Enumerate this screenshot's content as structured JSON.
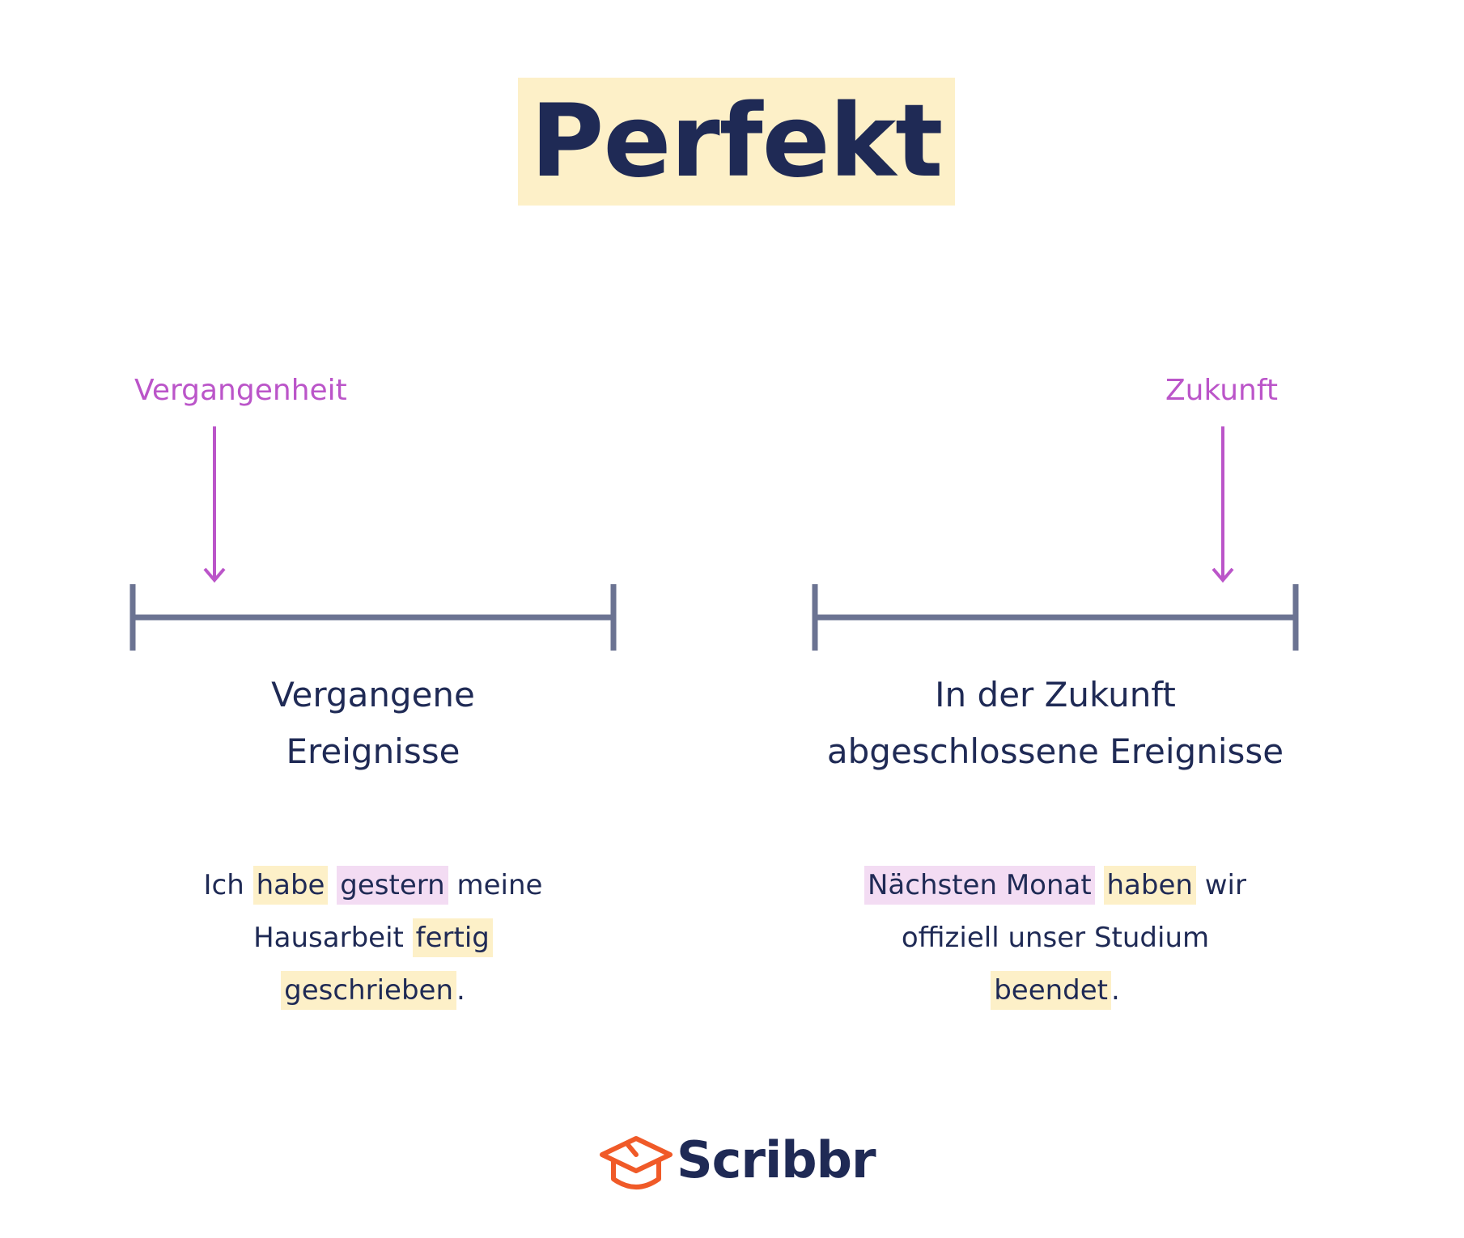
{
  "title": "Perfekt",
  "left": {
    "marker": "Vergangenheit",
    "caption": [
      "Vergangene",
      "Ereignisse"
    ],
    "example": [
      [
        {
          "t": "Ich "
        },
        {
          "t": "habe",
          "hl": "yellow"
        },
        {
          "t": " "
        },
        {
          "t": "gestern",
          "hl": "pink"
        },
        {
          "t": " meine"
        }
      ],
      [
        {
          "t": "Hausarbeit "
        },
        {
          "t": "fertig",
          "hl": "yellow"
        }
      ],
      [
        {
          "t": "geschrieben",
          "hl": "yellow"
        },
        {
          "t": "."
        }
      ]
    ]
  },
  "right": {
    "marker": "Zukunft",
    "caption": [
      "In der Zukunft",
      "abgeschlossene Ereignisse"
    ],
    "example": [
      [
        {
          "t": "Nächsten Monat",
          "hl": "pink"
        },
        {
          "t": " "
        },
        {
          "t": "haben",
          "hl": "yellow"
        },
        {
          "t": " wir"
        }
      ],
      [
        {
          "t": "offiziell unser Studium"
        }
      ],
      [
        {
          "t": "beendet",
          "hl": "yellow"
        },
        {
          "t": "."
        }
      ]
    ]
  },
  "logo": {
    "text": "Scribbr",
    "icon": "graduation-cap-icon"
  },
  "colors": {
    "navy": "#1f2a55",
    "marker": "#bb55c9",
    "timeline": "#6b7392",
    "highlight_yellow": "#fdf0c8",
    "highlight_pink": "#f3dcf3",
    "brand_orange": "#f05a28"
  }
}
